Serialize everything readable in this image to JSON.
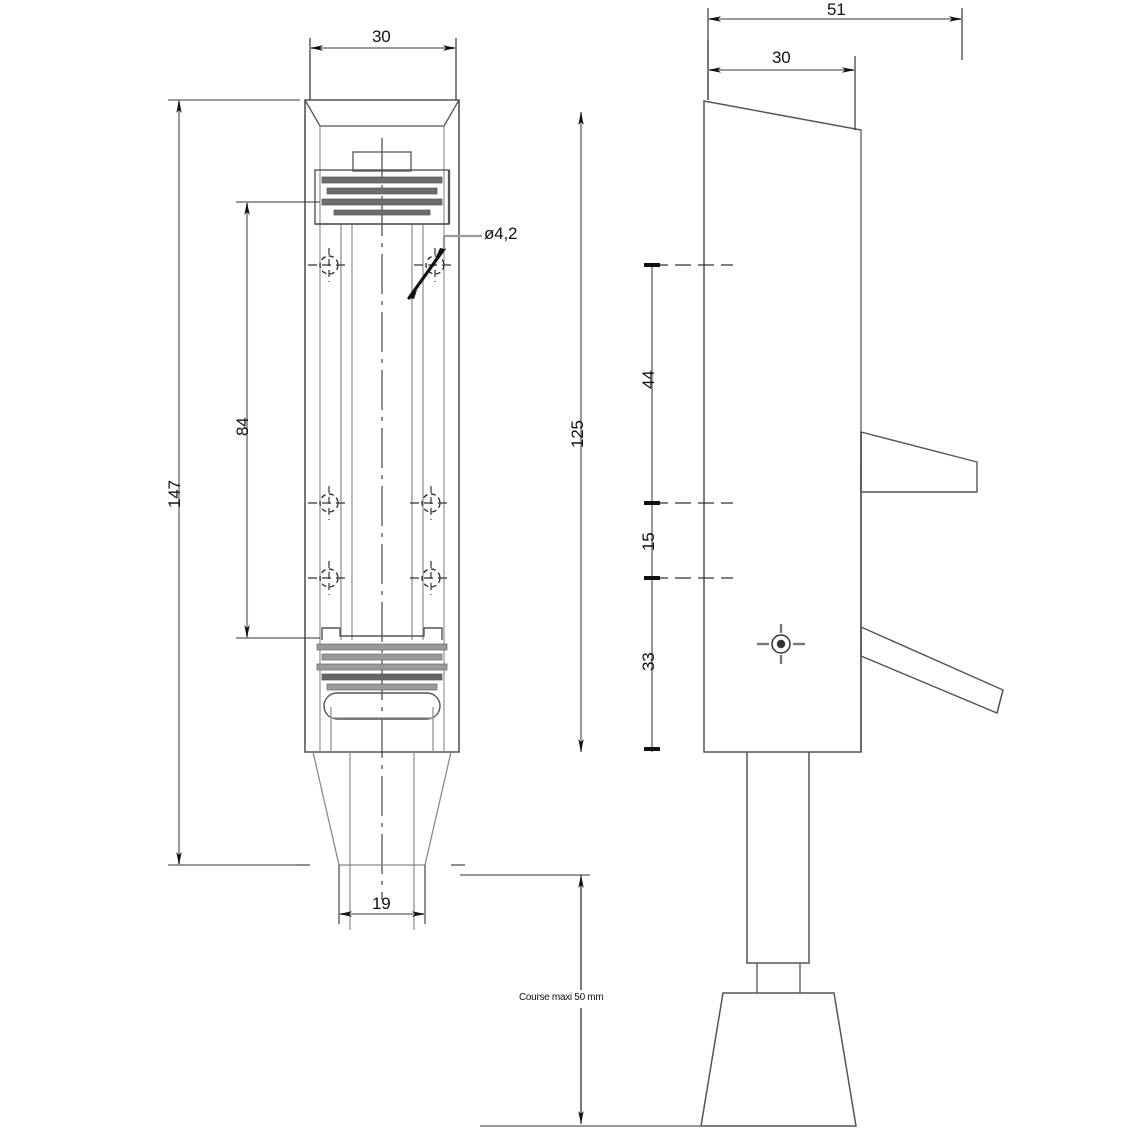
{
  "drawing": {
    "title": "Technical dimensioned drawing - two orthographic views",
    "units": "mm",
    "line_color": "#333333",
    "thin_line_color": "#8a8a8a",
    "text_color": "#111111",
    "background": "#ffffff"
  },
  "views": {
    "front": {
      "name": "front-view",
      "label": ""
    },
    "side": {
      "name": "side-view",
      "label": ""
    }
  },
  "dimensions": {
    "front_width_top": "30",
    "front_overall_height": "147",
    "front_hole_span": "84",
    "front_bottom_width": "19",
    "hole_callout": "ø4,2",
    "side_overall_width": "51",
    "side_body_width": "30",
    "side_overall_height": "125",
    "side_upper_span": "44",
    "side_middle_span": "15",
    "side_lower_span": "33"
  },
  "notes": {
    "stroke_note": "Course maxi 50 mm"
  },
  "markers": {
    "hole_count": 6,
    "pivot_marker": "pivot-center-mark"
  }
}
